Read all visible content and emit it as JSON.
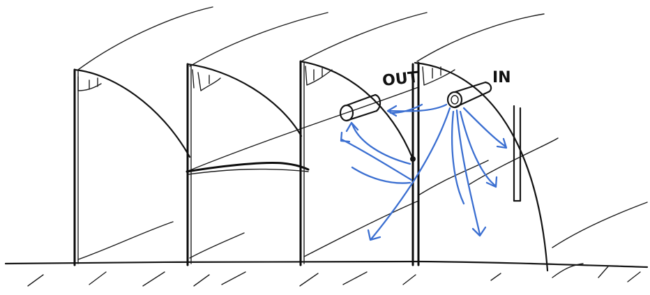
{
  "labels": {
    "out": "OUT",
    "in": "IN"
  },
  "colors": {
    "ink": "#141414",
    "airflow": "#3b6fd1",
    "paper": "#ffffff"
  },
  "components": {
    "vaults": [
      "vault-1",
      "vault-2",
      "vault-3",
      "vault-4"
    ],
    "ducts": [
      "exhaust-duct",
      "supply-duct"
    ],
    "airflow_arrows": [
      "in-arrow-1",
      "in-arrow-2",
      "in-arrow-3",
      "in-arrow-4",
      "in-arrow-5",
      "in-arrow-6",
      "out-arrow-1",
      "out-arrow-2",
      "out-arrow-3",
      "out-arrow-4"
    ]
  }
}
